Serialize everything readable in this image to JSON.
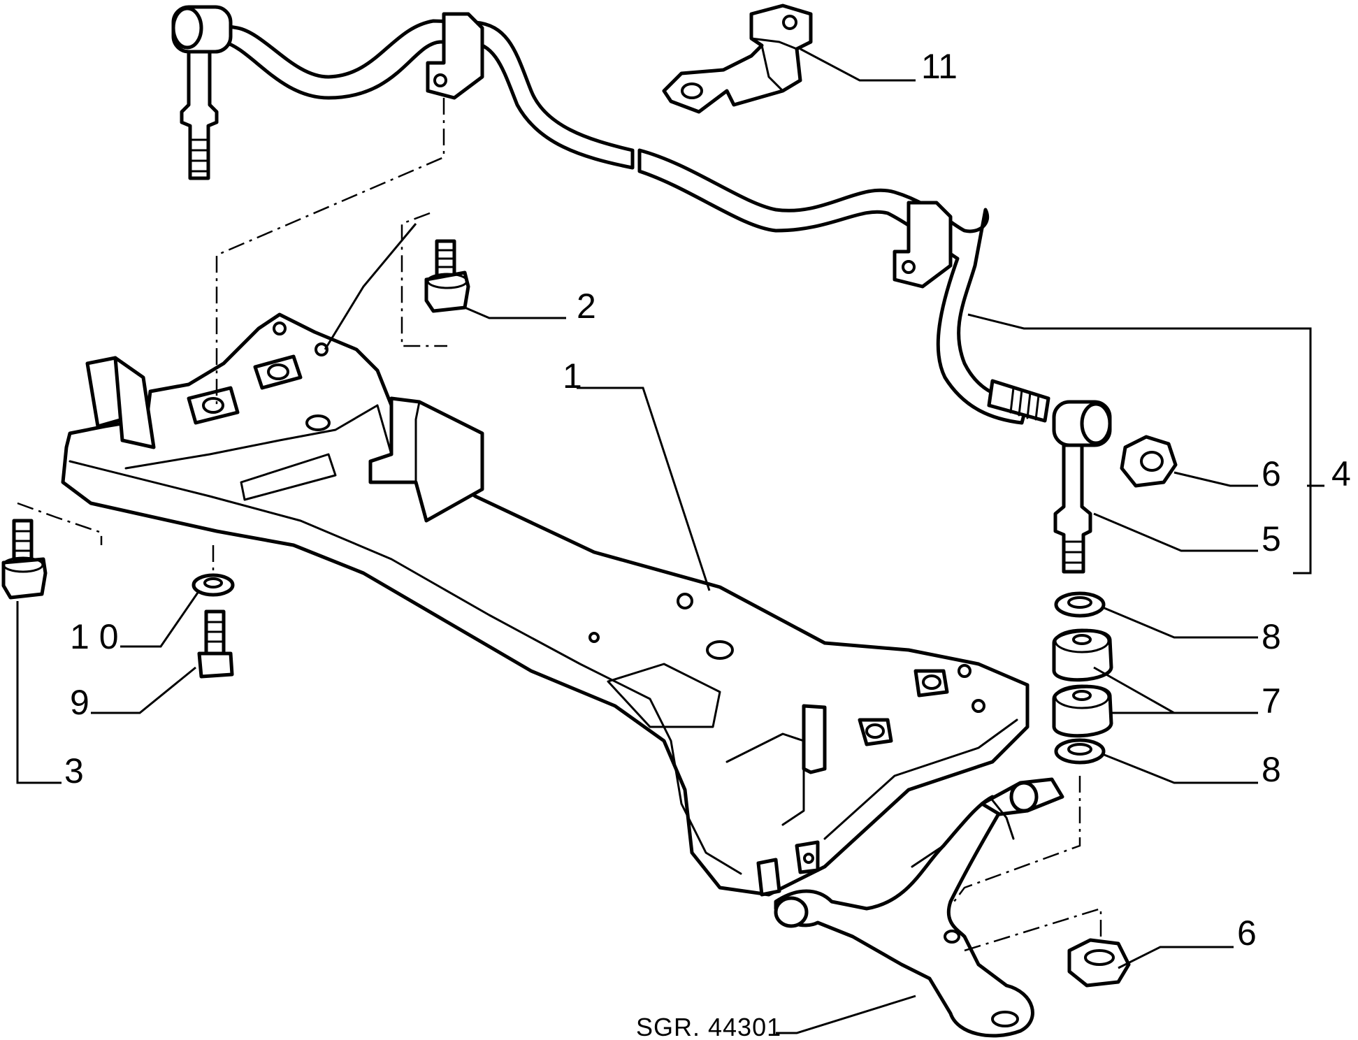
{
  "diagram": {
    "reference_code": "SGR. 44301",
    "callouts": {
      "c1": "1",
      "c2": "2",
      "c3": "3",
      "c4": "4",
      "c5": "5",
      "c6a": "6",
      "c6b": "6",
      "c7": "7",
      "c8a": "8",
      "c8b": "8",
      "c9": "9",
      "c10": "1 0",
      "c11": "11"
    },
    "colors": {
      "line": "#000000",
      "background": "#ffffff"
    }
  }
}
